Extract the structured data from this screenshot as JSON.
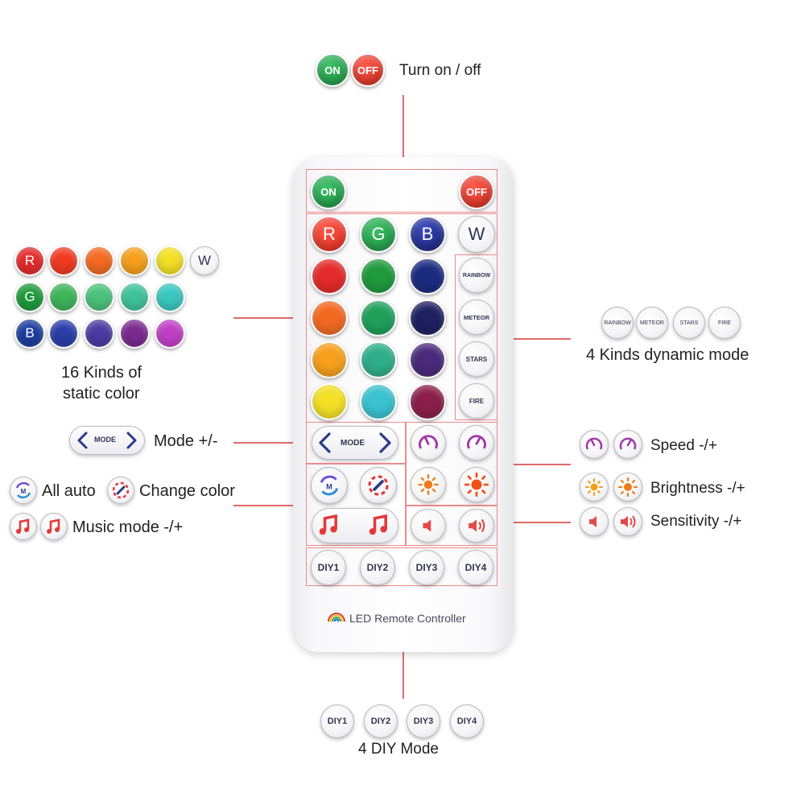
{
  "power": {
    "on_label": "ON",
    "off_label": "OFF",
    "caption": "Turn on / off"
  },
  "static_colors": {
    "caption_line1": "16 Kinds of",
    "caption_line2": "static color",
    "rgbw_labels": [
      "R",
      "G",
      "B",
      "W"
    ],
    "palette_rows": [
      [
        "#e32b2b",
        "#f03a22",
        "#f36a22",
        "#f7a01d",
        "#f3e027"
      ],
      [
        "#1f9a3c",
        "#3fb55a",
        "#4cc27c",
        "#3fc39a",
        "#3ac7c0"
      ],
      [
        "#1d3d9e",
        "#2b3ea8",
        "#4b3aa2",
        "#7a2a8f",
        "#c13fc7"
      ]
    ],
    "remote_rows": [
      [
        "#e32b2b",
        "#1f9a3c",
        "#1b2b7e"
      ],
      [
        "#f26a22",
        "#1fa05a",
        "#1f2060"
      ],
      [
        "#f7a01d",
        "#2fae8a",
        "#4a2a7a"
      ],
      [
        "#f3e027",
        "#3ac2d0",
        "#8a1f4a"
      ]
    ]
  },
  "dynamic": {
    "caption": "4 Kinds dynamic mode",
    "buttons": [
      "RAINBOW",
      "METEOR",
      "STARS",
      "FIRE"
    ]
  },
  "mode": {
    "button_label": "MODE",
    "caption": "Mode +/-"
  },
  "auto": {
    "all_auto": "All auto",
    "change_color": "Change color",
    "music": "Music mode -/+",
    "auto_icon_letter": "M"
  },
  "speed": {
    "caption": "Speed -/+"
  },
  "brightness": {
    "caption": "Brightness -/+"
  },
  "sensitivity": {
    "caption": "Sensitivity -/+"
  },
  "diy": {
    "buttons": [
      "DIY1",
      "DIY2",
      "DIY3",
      "DIY4"
    ],
    "caption": "4 DIY Mode"
  },
  "remote": {
    "brand_text": "LED Remote Controller"
  },
  "colors": {
    "callout_line": "#e26a6a",
    "on_green": "#1f9a48",
    "off_red": "#e23a2a",
    "icon_purple": "#a23aa8",
    "icon_orange": "#f07a1a",
    "icon_red": "#e23a3a",
    "icon_navy": "#2a3a8a"
  }
}
